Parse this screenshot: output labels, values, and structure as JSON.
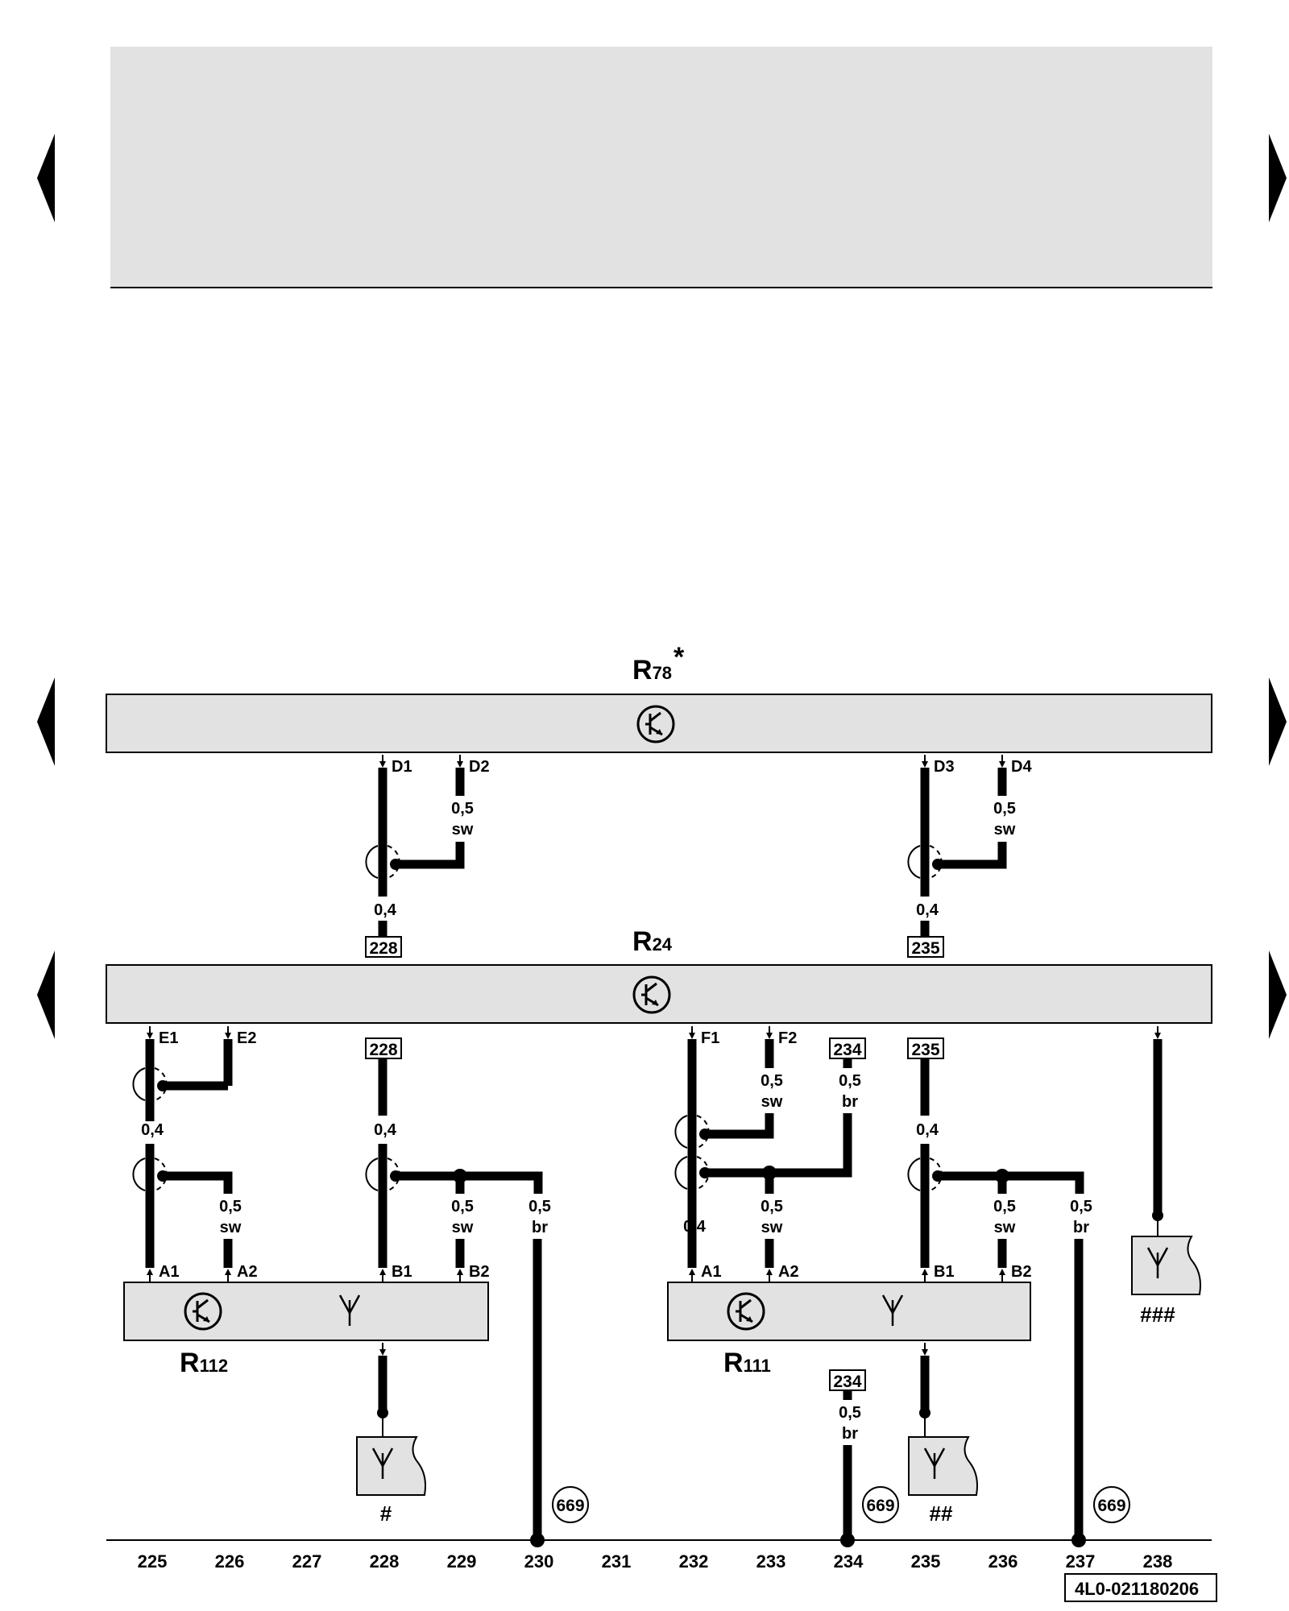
{
  "components": {
    "r78": {
      "name": "R",
      "sub": "78",
      "suffix": "*"
    },
    "r24": {
      "name": "R",
      "sub": "24"
    },
    "r112": {
      "name": "R",
      "sub": "112"
    },
    "r111": {
      "name": "R",
      "sub": "111"
    }
  },
  "pins": {
    "d1": "D1",
    "d2": "D2",
    "d3": "D3",
    "d4": "D4",
    "e1": "E1",
    "e2": "E2",
    "f1": "F1",
    "f2": "F2",
    "a1": "A1",
    "a2": "A2",
    "b1": "B1",
    "b2": "B2"
  },
  "wires": {
    "gauge_04": "0,4",
    "gauge_05": "0,5",
    "color_sw": "sw",
    "color_br": "br"
  },
  "connectors": {
    "c228": "228",
    "c235": "235",
    "c234": "234",
    "ground_669": "669"
  },
  "antenna_marks": {
    "single": "#",
    "double": "##",
    "triple": "###"
  },
  "columns": [
    "225",
    "226",
    "227",
    "228",
    "229",
    "230",
    "231",
    "232",
    "233",
    "234",
    "235",
    "236",
    "237",
    "238"
  ],
  "reference": "4L0-021180206",
  "colors": {
    "box_fill": "#e2e2e2",
    "wire": "#000000"
  },
  "icons": [
    "nav-arrow-left-icon",
    "nav-arrow-right-icon",
    "amplifier-icon",
    "antenna-icon",
    "shield-icon",
    "ground-terminal-icon"
  ]
}
